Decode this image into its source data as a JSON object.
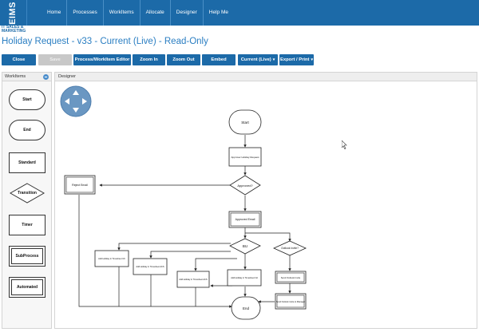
{
  "logo": {
    "name": "EIMS",
    "subtitle": "IT SALES & MARKETING"
  },
  "nav": {
    "items": [
      "Home",
      "Processes",
      "WorkItems",
      "Allocate",
      "Designer",
      "Help Me"
    ]
  },
  "page_title": "Holiday Request - v33 - Current (Live) - Read-Only",
  "toolbar": {
    "close": "Close",
    "save": "Save",
    "editor": "Process/WorkItem Editor",
    "zoom_in": "Zoom In",
    "zoom_out": "Zoom Out",
    "embed": "Embed",
    "current": "Current (Live)",
    "export": "Export / Print"
  },
  "workitems": {
    "title": "WorkItems",
    "shapes": [
      "Start",
      "End",
      "Standard",
      "Transition",
      "Timer",
      "SubProcess",
      "Automated"
    ]
  },
  "designer": {
    "title": "Designer",
    "nodes": {
      "start": "Start",
      "approver": "Approver Holiday Request",
      "approved": "Approved?",
      "reject": "Reject Email",
      "approved_email": "Approved Email",
      "bu": "BU",
      "outlook": "Outlook invite?",
      "add1": "Add Holiday in Timesheet UK",
      "add2": "Add Holiday in Timesheet ACS",
      "add3": "Add Holiday in Timesheet ACS",
      "add4": "Add Holiday in Timesheet Intl",
      "send_invite": "Send Outlook Invite",
      "send_manager": "Send Outlook invite to Manager",
      "end": "End"
    }
  }
}
